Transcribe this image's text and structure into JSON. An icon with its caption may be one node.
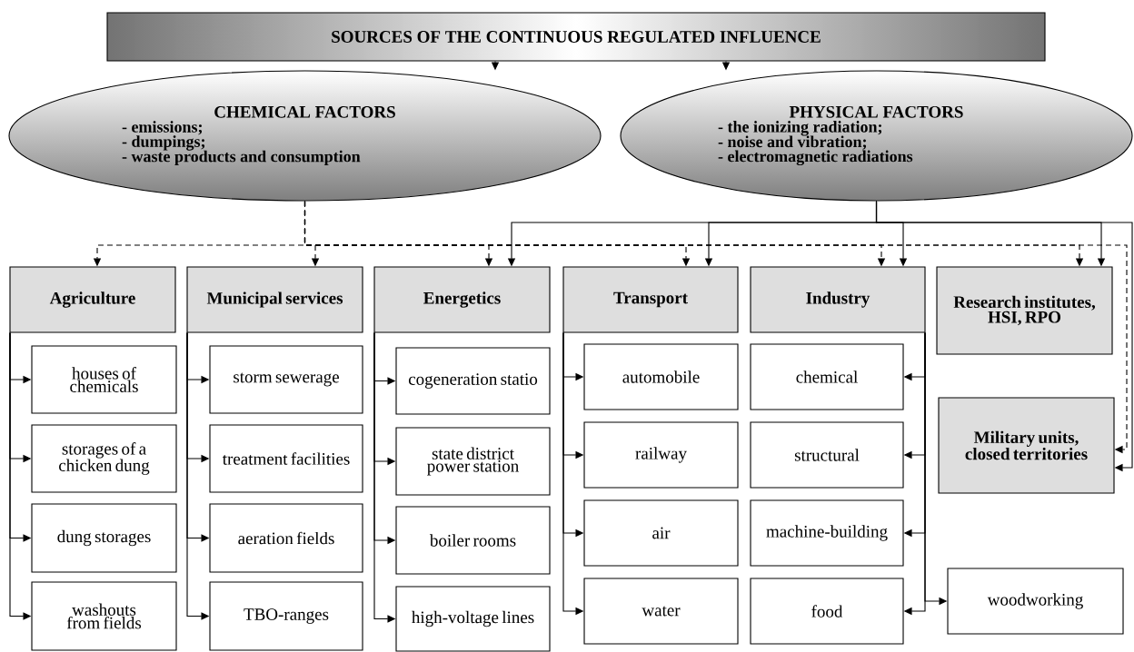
{
  "diagram": {
    "nodes": [
      {
        "text": [
          "SOURCES OF THE CONTINUOUS REGULATED INFLUENCE"
        ]
      },
      {
        "text": [
          "CHEMICAL FACTORS",
          "- emissions;",
          "- dumpings;",
          "- waste products and consumption"
        ]
      },
      {
        "text": [
          "PHYSICAL FACTORS",
          "- the ionizing radiation;",
          "- noise and vibration;",
          "- electromagnetic radiations"
        ]
      },
      {
        "text": [
          "Agriculture"
        ]
      },
      {
        "text": [
          "Municipal services"
        ]
      },
      {
        "text": [
          "Energetics"
        ]
      },
      {
        "text": [
          "Transport"
        ]
      },
      {
        "text": [
          "Industry"
        ]
      },
      {
        "text": [
          "Research institutes, HSI, RPO"
        ]
      },
      {
        "text": [
          "Military units, closed territories"
        ]
      },
      {
        "text": [
          "houses of chemicals"
        ]
      },
      {
        "text": [
          "storages of a chicken dung"
        ]
      },
      {
        "text": [
          "dung storages"
        ]
      },
      {
        "text": [
          "washouts from fields"
        ]
      },
      {
        "text": [
          "storm sewerage"
        ]
      },
      {
        "text": [
          "treatment facilities"
        ]
      },
      {
        "text": [
          "aeration fields"
        ]
      },
      {
        "text": [
          "TBO-ranges"
        ]
      },
      {
        "text": [
          "cogeneration statio"
        ]
      },
      {
        "text": [
          "state district power station"
        ]
      },
      {
        "text": [
          "boiler rooms"
        ]
      },
      {
        "text": [
          "high-voltage lines"
        ]
      },
      {
        "text": [
          "automobile"
        ]
      },
      {
        "text": [
          "railway"
        ]
      },
      {
        "text": [
          "air"
        ]
      },
      {
        "text": [
          "water"
        ]
      },
      {
        "text": [
          "chemical"
        ]
      },
      {
        "text": [
          "structural"
        ]
      },
      {
        "text": [
          "machine-building"
        ]
      },
      {
        "text": [
          "food"
        ]
      },
      {
        "text": [
          "woodworking"
        ]
      }
    ],
    "edges": [
      {
        "from": 0,
        "to": 1,
        "arrow": "to"
      },
      {
        "from": 0,
        "to": 2,
        "arrow": "to"
      },
      {
        "from": 1,
        "to": 3,
        "arrow": "to",
        "style": "dashed"
      },
      {
        "from": 1,
        "to": 4,
        "arrow": "to",
        "style": "dashed"
      },
      {
        "from": 1,
        "to": 5,
        "arrow": "to",
        "style": "dashed"
      },
      {
        "from": 1,
        "to": 6,
        "arrow": "to",
        "style": "dashed"
      },
      {
        "from": 1,
        "to": 7,
        "arrow": "to",
        "style": "dashed"
      },
      {
        "from": 1,
        "to": 8,
        "arrow": "to",
        "style": "dashed"
      },
      {
        "from": 1,
        "to": 9,
        "arrow": "to",
        "style": "dashed"
      },
      {
        "from": 2,
        "to": 5,
        "arrow": "to"
      },
      {
        "from": 2,
        "to": 6,
        "arrow": "to"
      },
      {
        "from": 2,
        "to": 7,
        "arrow": "to"
      },
      {
        "from": 2,
        "to": 8,
        "arrow": "to"
      },
      {
        "from": 2,
        "to": 9,
        "arrow": "to"
      },
      {
        "from": 3,
        "to": 10,
        "arrow": "to"
      },
      {
        "from": 3,
        "to": 11,
        "arrow": "to"
      },
      {
        "from": 3,
        "to": 12,
        "arrow": "to"
      },
      {
        "from": 3,
        "to": 13,
        "arrow": "to"
      },
      {
        "from": 4,
        "to": 14,
        "arrow": "to"
      },
      {
        "from": 4,
        "to": 15,
        "arrow": "to"
      },
      {
        "from": 4,
        "to": 16,
        "arrow": "to"
      },
      {
        "from": 4,
        "to": 17,
        "arrow": "to"
      },
      {
        "from": 5,
        "to": 18,
        "arrow": "to"
      },
      {
        "from": 5,
        "to": 19,
        "arrow": "to"
      },
      {
        "from": 5,
        "to": 20,
        "arrow": "to"
      },
      {
        "from": 5,
        "to": 21,
        "arrow": "to"
      },
      {
        "from": 6,
        "to": 22,
        "arrow": "to"
      },
      {
        "from": 6,
        "to": 23,
        "arrow": "to"
      },
      {
        "from": 6,
        "to": 24,
        "arrow": "to"
      },
      {
        "from": 6,
        "to": 25,
        "arrow": "to"
      },
      {
        "from": 7,
        "to": 26,
        "arrow": "to"
      },
      {
        "from": 7,
        "to": 27,
        "arrow": "to"
      },
      {
        "from": 7,
        "to": 28,
        "arrow": "to"
      },
      {
        "from": 7,
        "to": 29,
        "arrow": "to"
      },
      {
        "from": 7,
        "to": 30,
        "arrow": "to"
      }
    ]
  }
}
